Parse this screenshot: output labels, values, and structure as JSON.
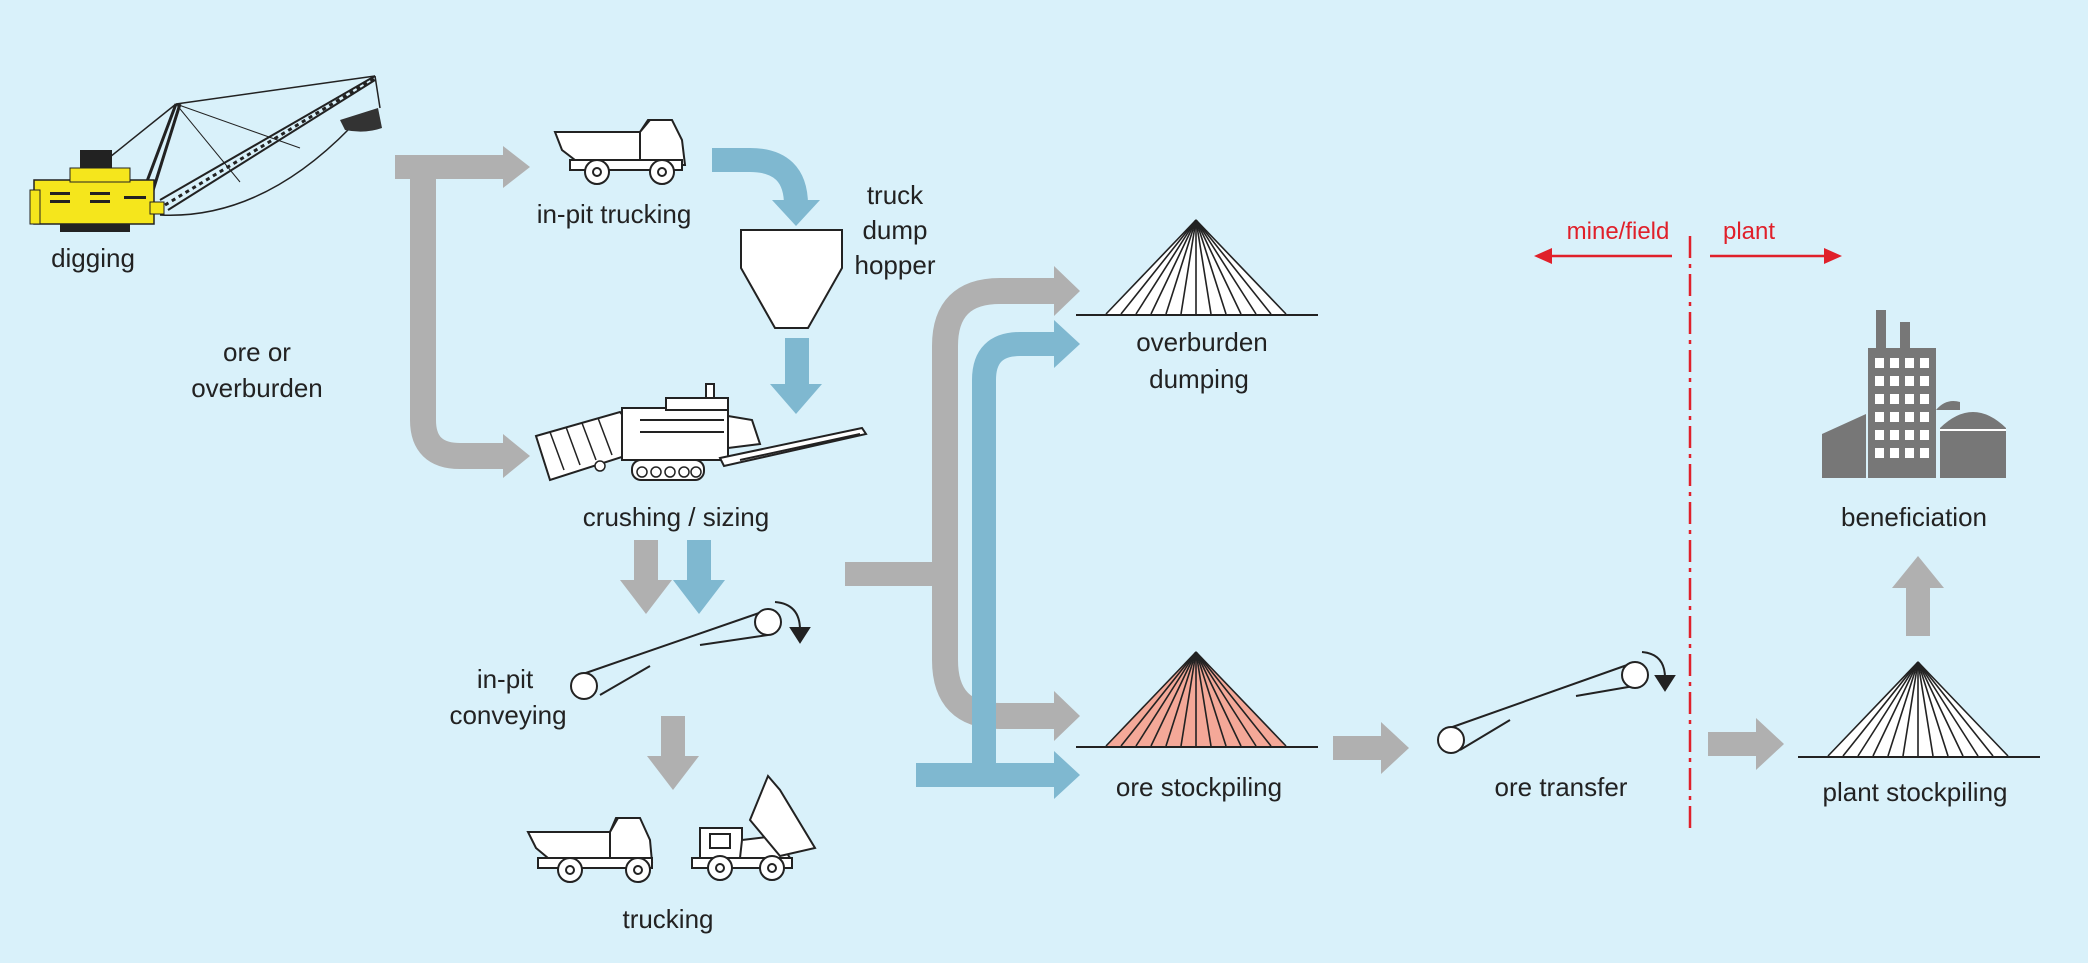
{
  "labels": {
    "digging": "digging",
    "ore_or": "ore or",
    "overburden": "overburden",
    "in_pit_trucking": "in-pit trucking",
    "truck": "truck",
    "dump": "dump",
    "hopper": "hopper",
    "crushing_sizing": "crushing / sizing",
    "in_pit": "in-pit",
    "conveying": "conveying",
    "trucking": "trucking",
    "overburden_dumping_1": "overburden",
    "overburden_dumping_2": "dumping",
    "ore_stockpiling": "ore stockpiling",
    "ore_transfer": "ore transfer",
    "mine_field": "mine/field",
    "plant": "plant",
    "plant_stockpiling": "plant stockpiling",
    "beneficiation": "beneficiation"
  },
  "colors": {
    "background": "#d9f1fa",
    "gray_flow": "#b0b0b0",
    "blue_flow": "#7fb8d0",
    "boundary_red": "#e0202a",
    "ore_pile": "#f4a898",
    "dragline_yellow": "#f5e61c",
    "factory_gray": "#777777"
  },
  "icons": [
    "dragline-icon",
    "dump-truck-icon",
    "hopper-icon",
    "crusher-icon",
    "conveyor-icon",
    "loader-icon",
    "pile-icon",
    "factory-icon"
  ]
}
